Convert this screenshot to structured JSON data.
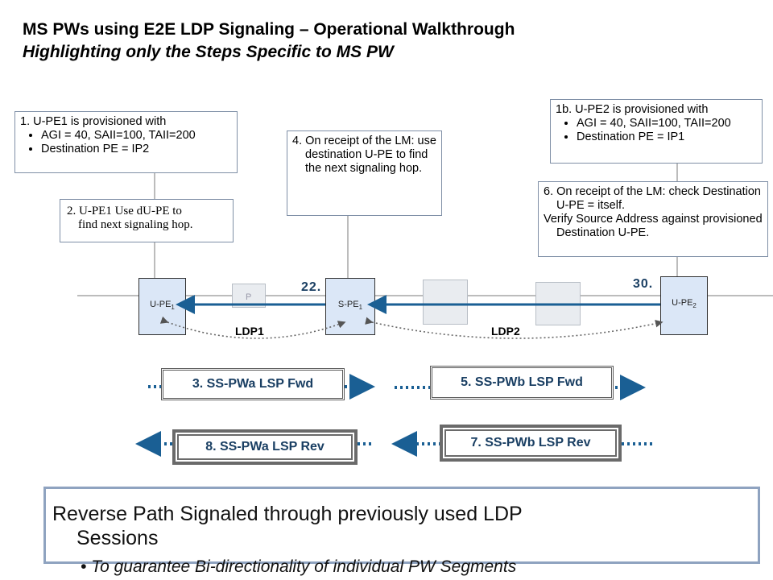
{
  "title": "MS PWs using E2E LDP Signaling – Operational Walkthrough",
  "subtitle": "Highlighting only the Steps Specific to MS PW",
  "notes": {
    "n1": {
      "heading": "1. U-PE1 is provisioned with",
      "bullets": [
        "AGI = 40, SAII=100, TAII=200",
        "Destination PE = IP2"
      ]
    },
    "n1b": {
      "heading": "1b. U-PE2 is provisioned with",
      "bullets": [
        "AGI = 40, SAII=100, TAII=200",
        "Destination PE = IP1"
      ]
    },
    "n2": {
      "line1": "2. U-PE1 Use dU-PE to",
      "line2": "find next signaling hop."
    },
    "n4": {
      "text": "4. On receipt of the LM:  use destination U-PE to find the next signaling hop."
    },
    "n6": {
      "para1": "6. On receipt of the LM: check Destination U-PE = itself.",
      "para2": "Verify Source Address against provisioned Destination U-PE."
    }
  },
  "nodes": {
    "upe1": {
      "name": "U-PE",
      "sub": "1"
    },
    "spe1": {
      "name": "S-PE",
      "sub": "1"
    },
    "upe2": {
      "name": "U-PE",
      "sub": "2"
    },
    "p_partial": "P"
  },
  "labels": {
    "step22": "22.",
    "step30": "30.",
    "ldp1": "LDP1",
    "ldp2": "LDP2"
  },
  "lsp": {
    "s3": "3. SS-PWa LSP Fwd",
    "s5": "5. SS-PWb LSP Fwd",
    "s7": "7. SS-PWb LSP Rev",
    "s8": "8. SS-PWa LSP Rev"
  },
  "summary": {
    "line1": "Reverse Path Signaled through previously used LDP",
    "line2": "Sessions",
    "bullet": "To guarantee Bi-directionality of individual PW Segments"
  },
  "colors": {
    "accent": "#1a5f94",
    "node_fill": "#dbe7f7",
    "lsp_text": "#1a3f63"
  }
}
